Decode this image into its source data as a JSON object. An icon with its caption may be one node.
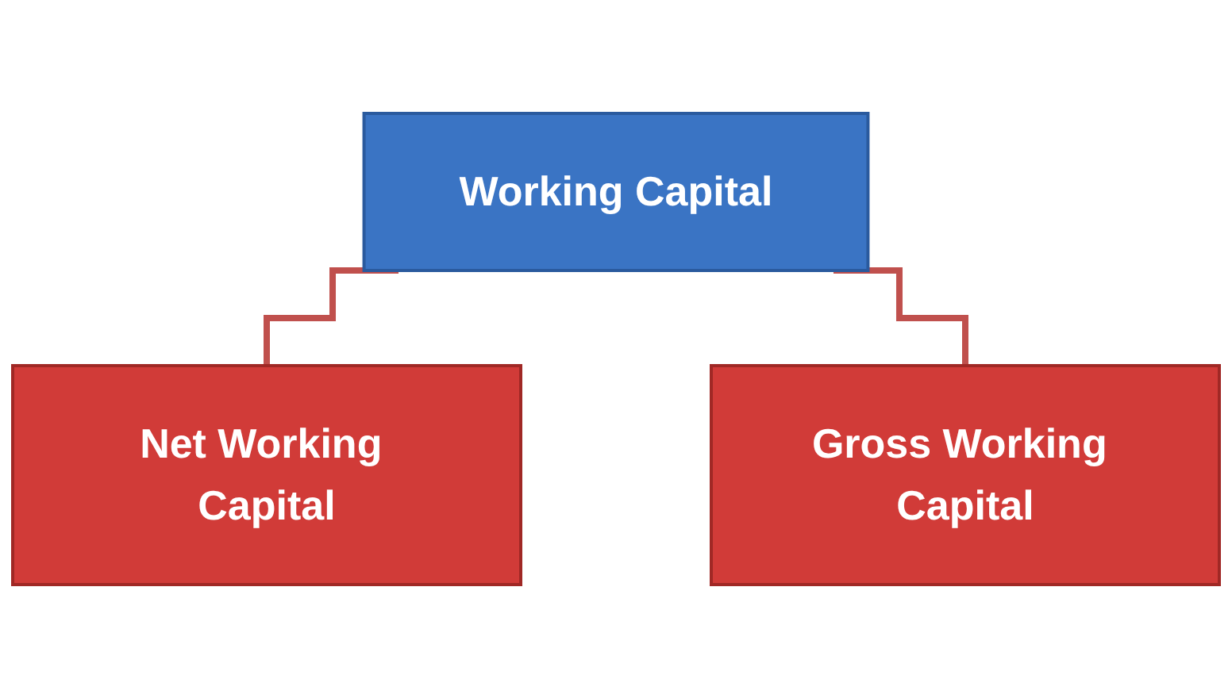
{
  "diagram": {
    "nodes": [
      {
        "text": [
          "Working Capital"
        ]
      },
      {
        "text": [
          "Net Working Capital"
        ]
      },
      {
        "text": [
          "Gross Working Capital"
        ]
      }
    ],
    "edges": [
      {
        "from": 0,
        "to": 1,
        "arrow": "none"
      },
      {
        "from": 0,
        "to": 2,
        "arrow": "none"
      }
    ]
  }
}
